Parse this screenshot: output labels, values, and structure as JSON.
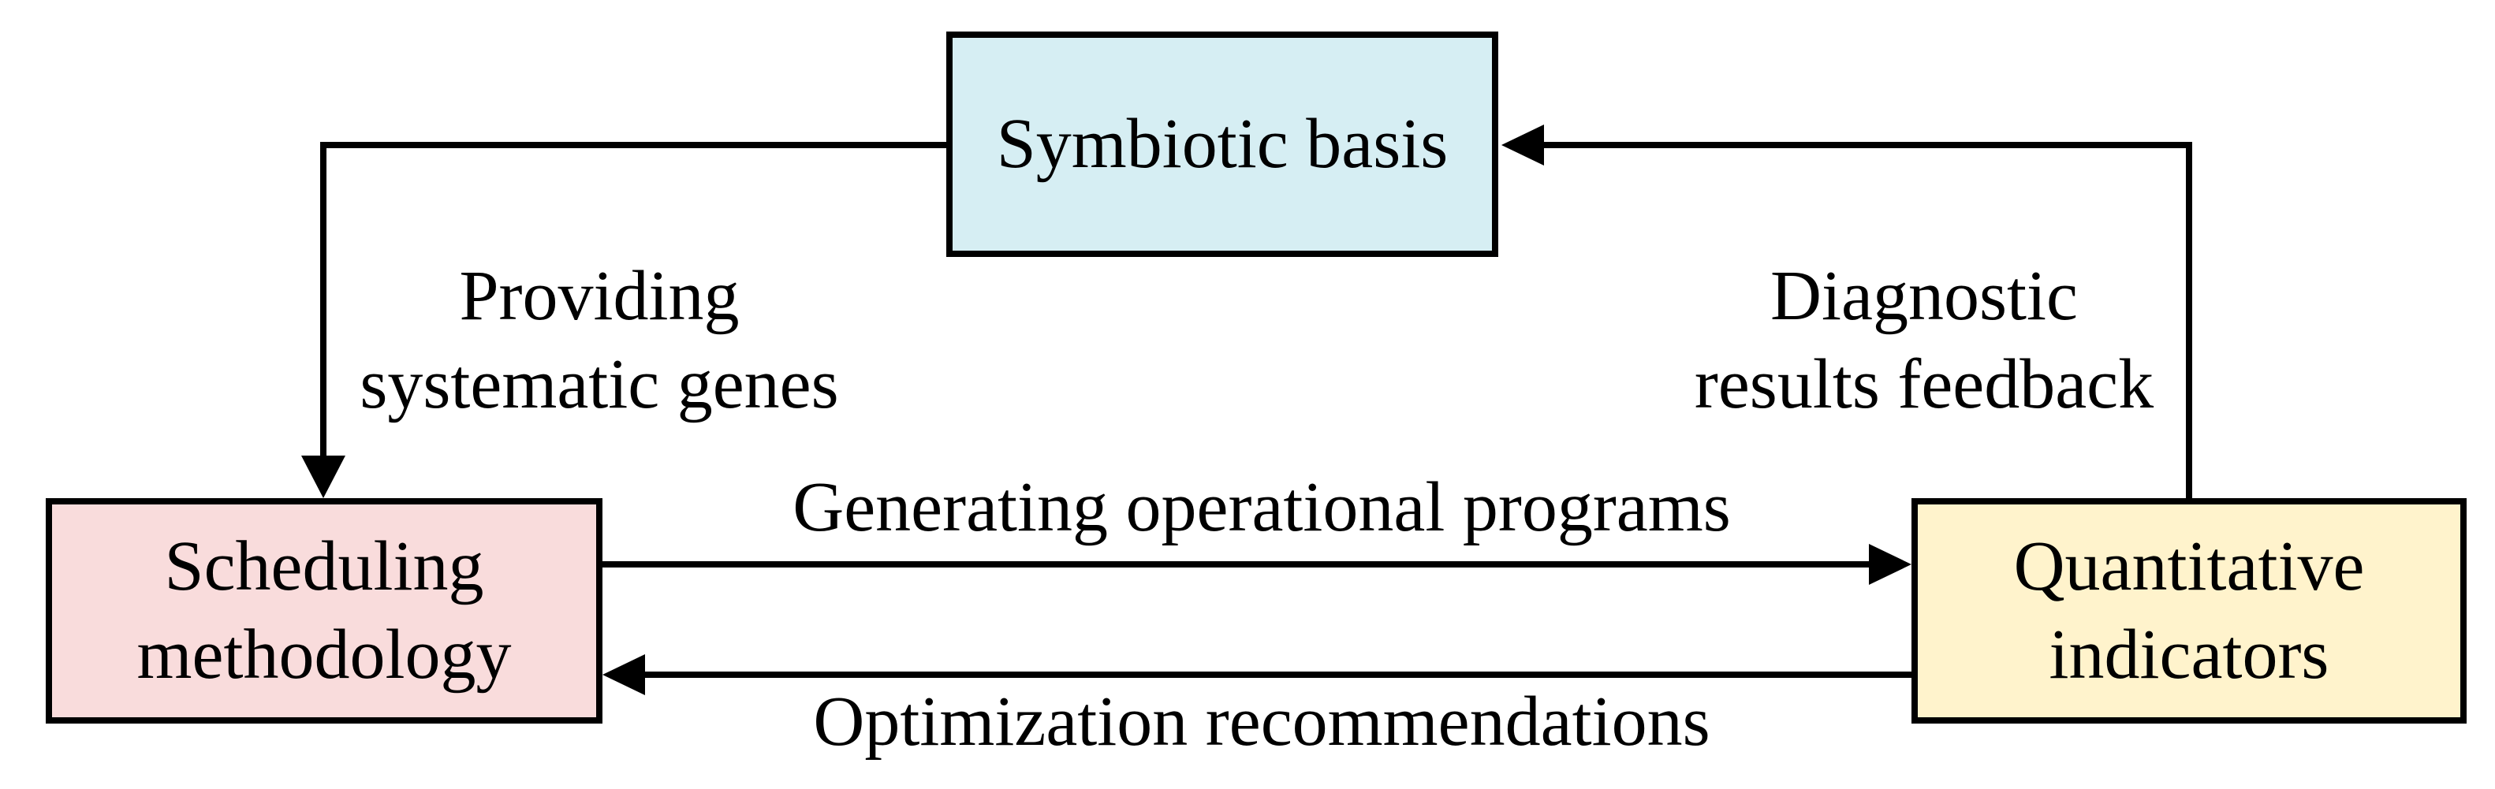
{
  "boxes": {
    "symbiotic": {
      "label": "Symbiotic basis",
      "fill": "#d6eef3"
    },
    "scheduling": {
      "line1": "Scheduling",
      "line2": "methodology",
      "fill": "#f9dcdc"
    },
    "quantitative": {
      "line1": "Quantitative",
      "line2": "indicators",
      "fill": "#fff3cc"
    }
  },
  "edges": {
    "providing": {
      "line1": "Providing",
      "line2": "systematic genes"
    },
    "diagnostic": {
      "line1": "Diagnostic",
      "line2": "results feedback"
    },
    "generating": {
      "label": "Generating operational programs"
    },
    "optimization": {
      "label": "Optimization recommendations"
    }
  }
}
